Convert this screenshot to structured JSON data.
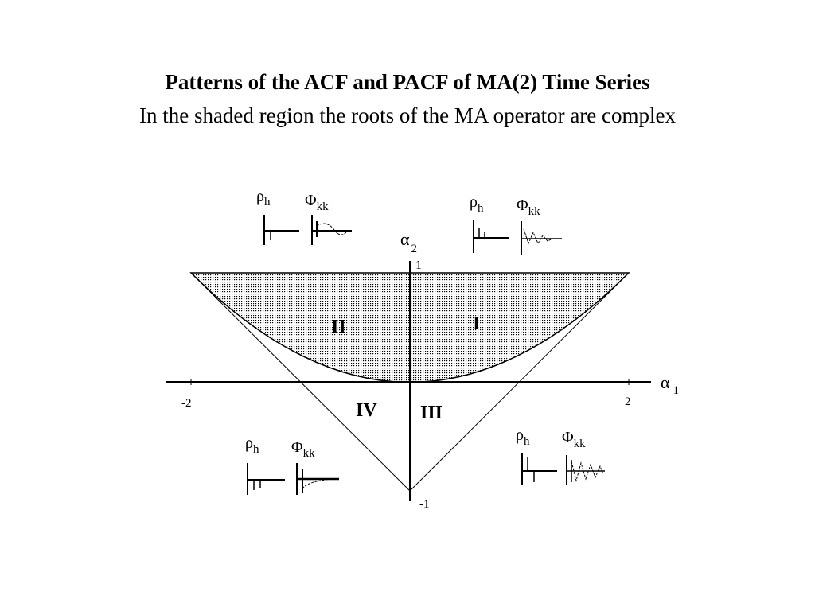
{
  "title": "Patterns of the ACF and PACF of MA(2) Time Series",
  "subtitle": "In the shaded region the roots of the MA operator are complex",
  "axes": {
    "x_symbol": "α",
    "x_subscript": "1",
    "y_symbol": "α",
    "y_subscript": "2",
    "x_min_label": "-2",
    "x_max_label": "2",
    "y_max_label": "1",
    "y_min_label": "-1"
  },
  "regions": {
    "I": "I",
    "II": "II",
    "III": "III",
    "IV": "IV"
  },
  "insets": {
    "rho_symbol": "ρ",
    "rho_subscript": "h",
    "phi_symbol": "Φ",
    "phi_subscript": "kk"
  },
  "colors": {
    "shade_dot": "#000000",
    "line": "#000000"
  }
}
